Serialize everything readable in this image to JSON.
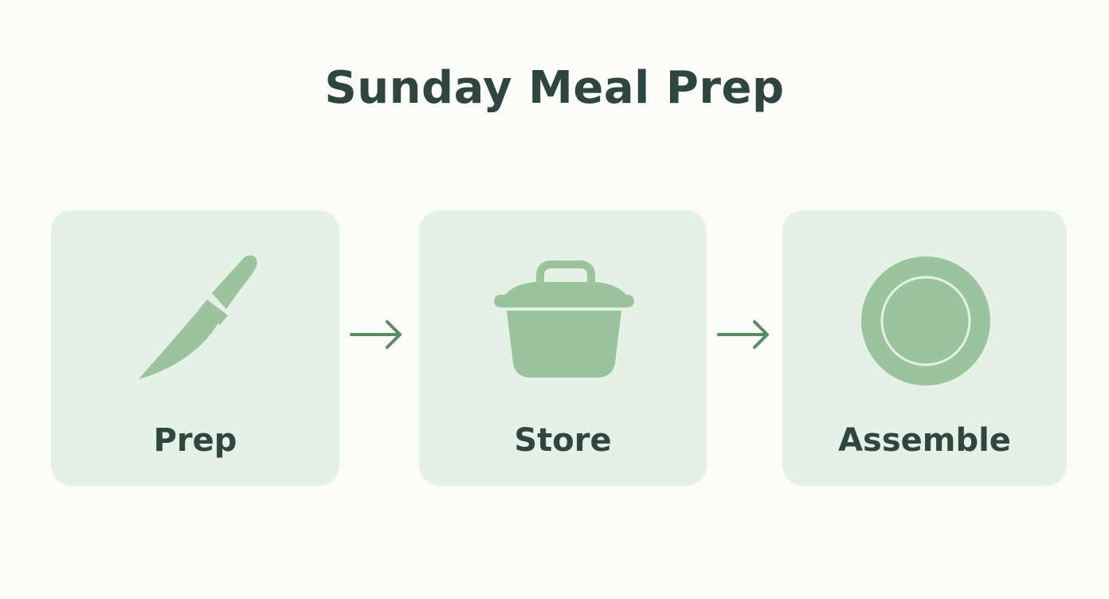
{
  "title": "Sunday Meal Prep",
  "steps": [
    {
      "label": "Prep",
      "icon": "knife-icon"
    },
    {
      "label": "Store",
      "icon": "container-icon"
    },
    {
      "label": "Assemble",
      "icon": "plate-icon"
    }
  ],
  "colors": {
    "background": "#fbfcfa",
    "card": "#e4f1e6",
    "icon": "#9bc49c",
    "text": "#2e4540",
    "arrow": "#5a8a66"
  }
}
